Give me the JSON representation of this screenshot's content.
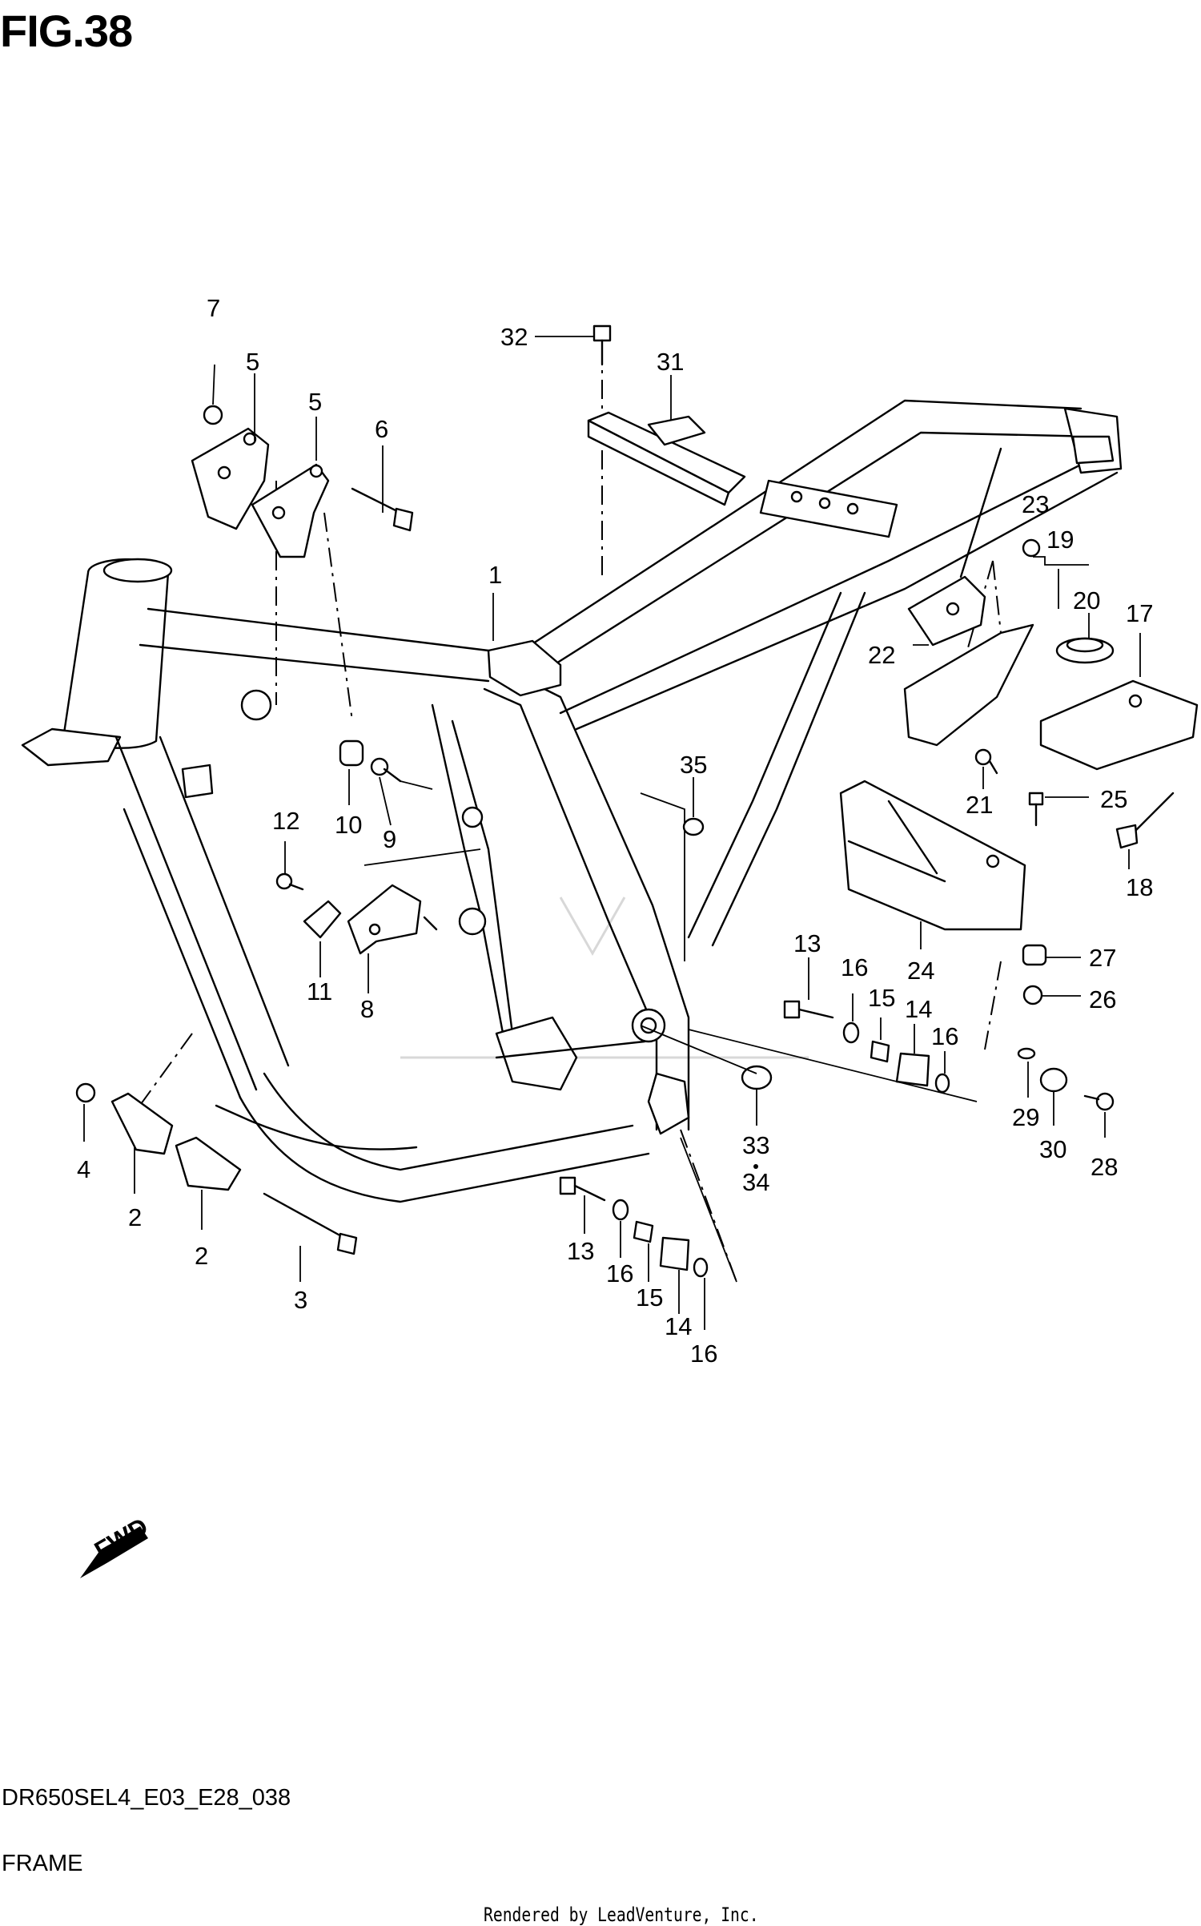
{
  "figure": {
    "title": "FIG.38",
    "code": "DR650SEL4_E03_E28_038",
    "name": "FRAME",
    "credit": "Rendered by LeadVenture, Inc.",
    "fwd_label": "FWD"
  },
  "callouts": {
    "c1": "1",
    "c2a": "2",
    "c2b": "2",
    "c3": "3",
    "c4": "4",
    "c5a": "5",
    "c5b": "5",
    "c6": "6",
    "c7": "7",
    "c8": "8",
    "c9": "9",
    "c10": "10",
    "c11": "11",
    "c12": "12",
    "c13a": "13",
    "c13b": "13",
    "c14a": "14",
    "c14b": "14",
    "c15a": "15",
    "c15b": "15",
    "c16a": "16",
    "c16b": "16",
    "c16c": "16",
    "c16d": "16",
    "c17": "17",
    "c18": "18",
    "c19": "19",
    "c20": "20",
    "c21": "21",
    "c22": "22",
    "c23": "23",
    "c24": "24",
    "c25": "25",
    "c26": "26",
    "c27": "27",
    "c28": "28",
    "c29": "29",
    "c30": "30",
    "c31": "31",
    "c32": "32",
    "c33": "33",
    "c34": "34",
    "c35": "35"
  }
}
